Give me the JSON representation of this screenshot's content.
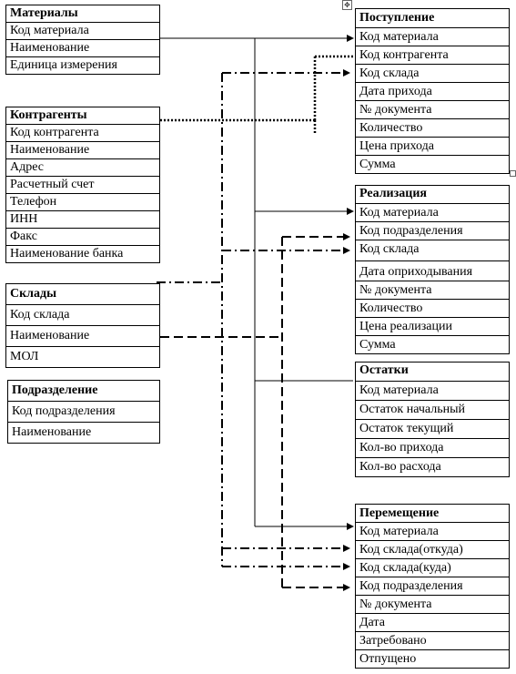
{
  "handle_icon": "move-cross-icon",
  "tables": {
    "materials": {
      "title": "Материалы",
      "fields": [
        "Код материала",
        "Наименование",
        "Единица измерения"
      ]
    },
    "counterparties": {
      "title": "Контрагенты",
      "fields": [
        "Код контрагента",
        "Наименование",
        "Адрес",
        "Расчетный счет",
        "Телефон",
        "ИНН",
        "Факс",
        "Наименование банка"
      ]
    },
    "warehouses": {
      "title": "Склады",
      "fields": [
        "Код склада",
        "Наименование",
        "МОЛ"
      ]
    },
    "departments": {
      "title": "Подразделение",
      "fields": [
        "Код подразделения",
        "Наименование"
      ]
    },
    "receipts": {
      "title": "Поступление",
      "fields": [
        "Код материала",
        "Код контрагента",
        "Код склада",
        "Дата прихода",
        "№ документа",
        "Количество",
        "Цена прихода",
        "Сумма"
      ]
    },
    "sales": {
      "title": "Реализация",
      "fields": [
        "Код материала",
        "Код подразделения",
        "Код склада",
        "Дата оприходывания",
        "№ документа",
        "Количество",
        "Цена реализации",
        "Сумма"
      ]
    },
    "balances": {
      "title": "Остатки",
      "fields": [
        "Код материала",
        "Остаток начальный",
        "Остаток текущий",
        "Кол-во прихода",
        "Кол-во расхода"
      ]
    },
    "transfers": {
      "title": "Перемещение",
      "fields": [
        "Код материала",
        "Код склада(откуда)",
        "Код склада(куда)",
        "Код подразделения",
        "№ документа",
        "Дата",
        "Затребовано",
        "Отпущено"
      ]
    }
  }
}
